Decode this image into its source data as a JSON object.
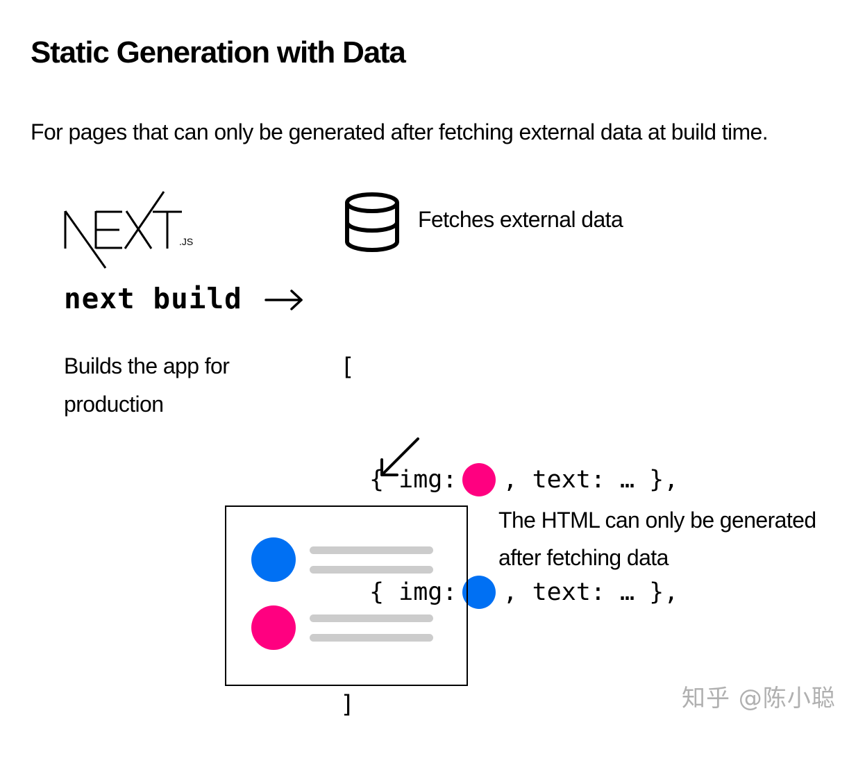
{
  "header": {
    "title": "Static Generation with Data",
    "subtitle": "For pages that can only be generated after fetching external data at build time."
  },
  "left": {
    "logo": {
      "main": "NEXT",
      "suffix": ".JS"
    },
    "command": "next build",
    "arrow": "→",
    "description": "Builds the app for production"
  },
  "fetch": {
    "icon": "database-icon",
    "label": "Fetches external data"
  },
  "code": {
    "open": "[",
    "close": "]",
    "items": [
      {
        "prefix": "{ img:",
        "color": "#FF0080",
        "suffix": ", text: … },"
      },
      {
        "prefix": "{ img:",
        "color": "#0070F3",
        "suffix": ", text: … },"
      }
    ]
  },
  "output": {
    "arrow": "↙",
    "rows": [
      {
        "color": "#0070F3"
      },
      {
        "color": "#FF0080"
      }
    ],
    "bar_color": "#CCCCCC",
    "description": "The HTML can only be generated after fetching data"
  },
  "watermark": "知乎 @陈小聪"
}
